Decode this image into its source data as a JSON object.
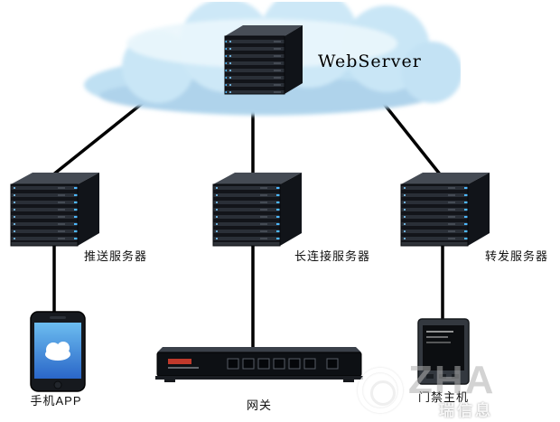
{
  "diagram": {
    "type": "network-topology",
    "cloud": {
      "label": "WebServer"
    },
    "nodes": {
      "web_server": {
        "label": "WebServer",
        "kind": "server-in-cloud"
      },
      "push_server": {
        "label": "推送服务器",
        "kind": "server"
      },
      "long_connection_server": {
        "label": "长连接服务器",
        "kind": "server"
      },
      "forward_server": {
        "label": "转发服务器",
        "kind": "server"
      },
      "mobile_app": {
        "label": "手机APP",
        "kind": "smartphone"
      },
      "gateway": {
        "label": "网关",
        "kind": "rack-router"
      },
      "access_host": {
        "label": "门禁主机",
        "kind": "access-control-panel"
      }
    },
    "connections": [
      {
        "from": "web_server",
        "to": "push_server"
      },
      {
        "from": "web_server",
        "to": "long_connection_server"
      },
      {
        "from": "web_server",
        "to": "forward_server"
      },
      {
        "from": "push_server",
        "to": "mobile_app"
      },
      {
        "from": "long_connection_server",
        "to": "gateway"
      },
      {
        "from": "forward_server",
        "to": "access_host"
      }
    ],
    "colors": {
      "cloud_fill": "#c6e4f5",
      "cloud_highlight": "#eaf6fc",
      "line": "#000000",
      "server_body": "#1a1d23",
      "led_blue": "#4db8ff",
      "phone_screen": "#3d8fe0"
    },
    "watermark": {
      "letters": "ZHA",
      "cjk": "瑞信息"
    }
  }
}
